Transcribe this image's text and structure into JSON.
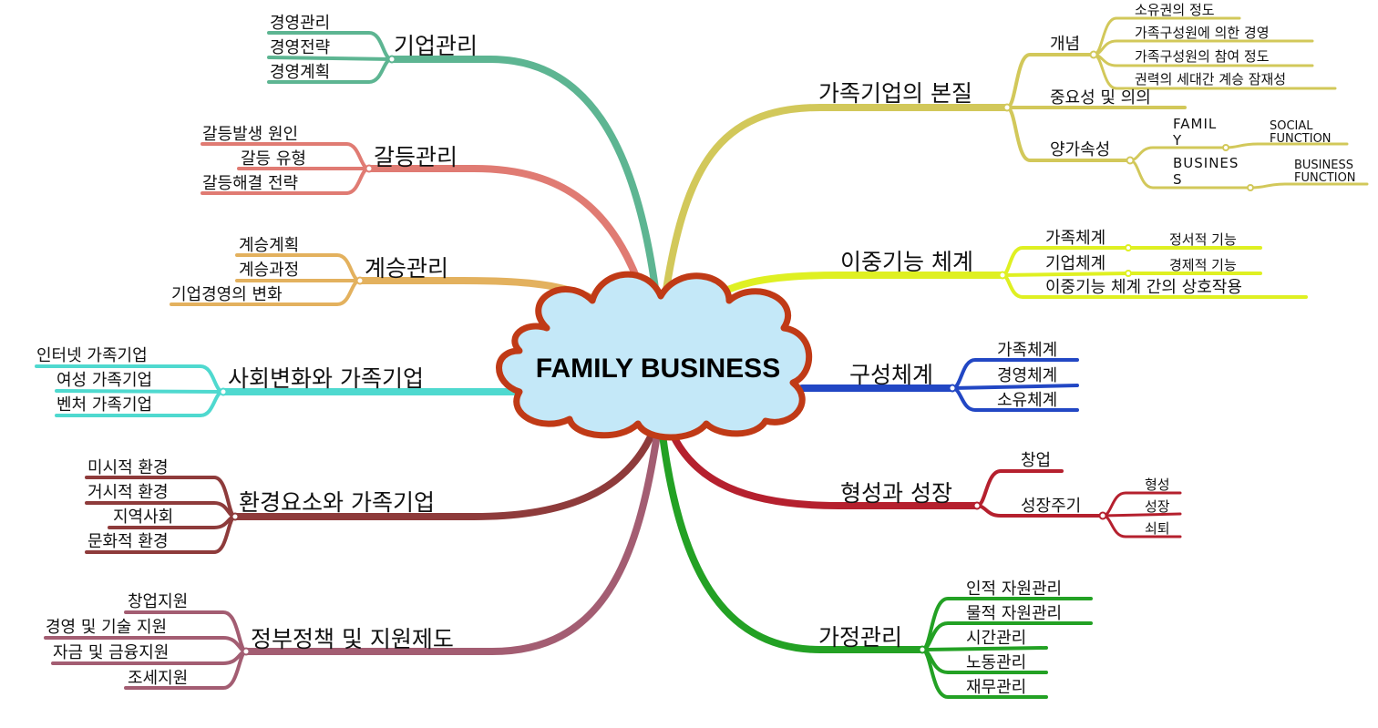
{
  "center": {
    "label": "FAMILY BUSINESS"
  },
  "branches": {
    "b1": {
      "label": "기업관리",
      "color": "#5db592",
      "children": [
        "경영관리",
        "경영전략",
        "경영계획"
      ]
    },
    "b2": {
      "label": "갈등관리",
      "color": "#e07b73",
      "children": [
        "갈등발생 원인",
        "갈등 유형",
        "갈등해결 전략"
      ]
    },
    "b3": {
      "label": "계승관리",
      "color": "#e3b15e",
      "children": [
        "계승계획",
        "계승과정",
        "기업경영의 변화"
      ]
    },
    "b4": {
      "label": "사회변화와 가족기업",
      "color": "#4fd9cf",
      "children": [
        "인터넷 가족기업",
        "여성 가족기업",
        "벤처 가족기업"
      ]
    },
    "b5": {
      "label": "환경요소와 가족기업",
      "color": "#8e3b3b",
      "children": [
        "미시적 환경",
        "거시적 환경",
        "지역사회",
        "문화적 환경"
      ]
    },
    "b6": {
      "label": "정부정책 및 지원제도",
      "color": "#a35d72",
      "children": [
        "창업지원",
        "경영 및 기술 지원",
        "자금 및 금융지원",
        "조세지원"
      ]
    },
    "b7": {
      "label": "가족기업의 본질",
      "color": "#d2c85a",
      "children": [
        "개념",
        "중요성 및 의의",
        "양가속성"
      ],
      "concept": [
        "소유권의 정도",
        "가족구성원에 의한 경영",
        "가족구성원의 참여 정도",
        "권력의 세대간 계승 잠재성"
      ],
      "dual": [
        {
          "label": [
            "FAMIL",
            "Y"
          ],
          "sub": [
            "SOCIAL",
            "FUNCTION"
          ]
        },
        {
          "label": [
            "BUSINES",
            "S"
          ],
          "sub": [
            "BUSINESS",
            "FUNCTION"
          ]
        }
      ]
    },
    "b8": {
      "label": "이중기능 체계",
      "color": "#dff022",
      "children": [
        "가족체계",
        "기업체계",
        "이중기능 체계 간의 상호작용"
      ],
      "subs": [
        "정서적 기능",
        "경제적 기능"
      ]
    },
    "b9": {
      "label": "구성체계",
      "color": "#2247c4",
      "children": [
        "가족체계",
        "경영체계",
        "소유체계"
      ]
    },
    "b10": {
      "label": "형성과 성장",
      "color": "#b5202e",
      "children": [
        "창업",
        "성장주기"
      ],
      "subs": [
        "형성",
        "성장",
        "쇠퇴"
      ]
    },
    "b11": {
      "label": "가정관리",
      "color": "#23a124",
      "children": [
        "인적 자원관리",
        "물적 자원관리",
        "시간관리",
        "노동관리",
        "재무관리"
      ]
    }
  }
}
